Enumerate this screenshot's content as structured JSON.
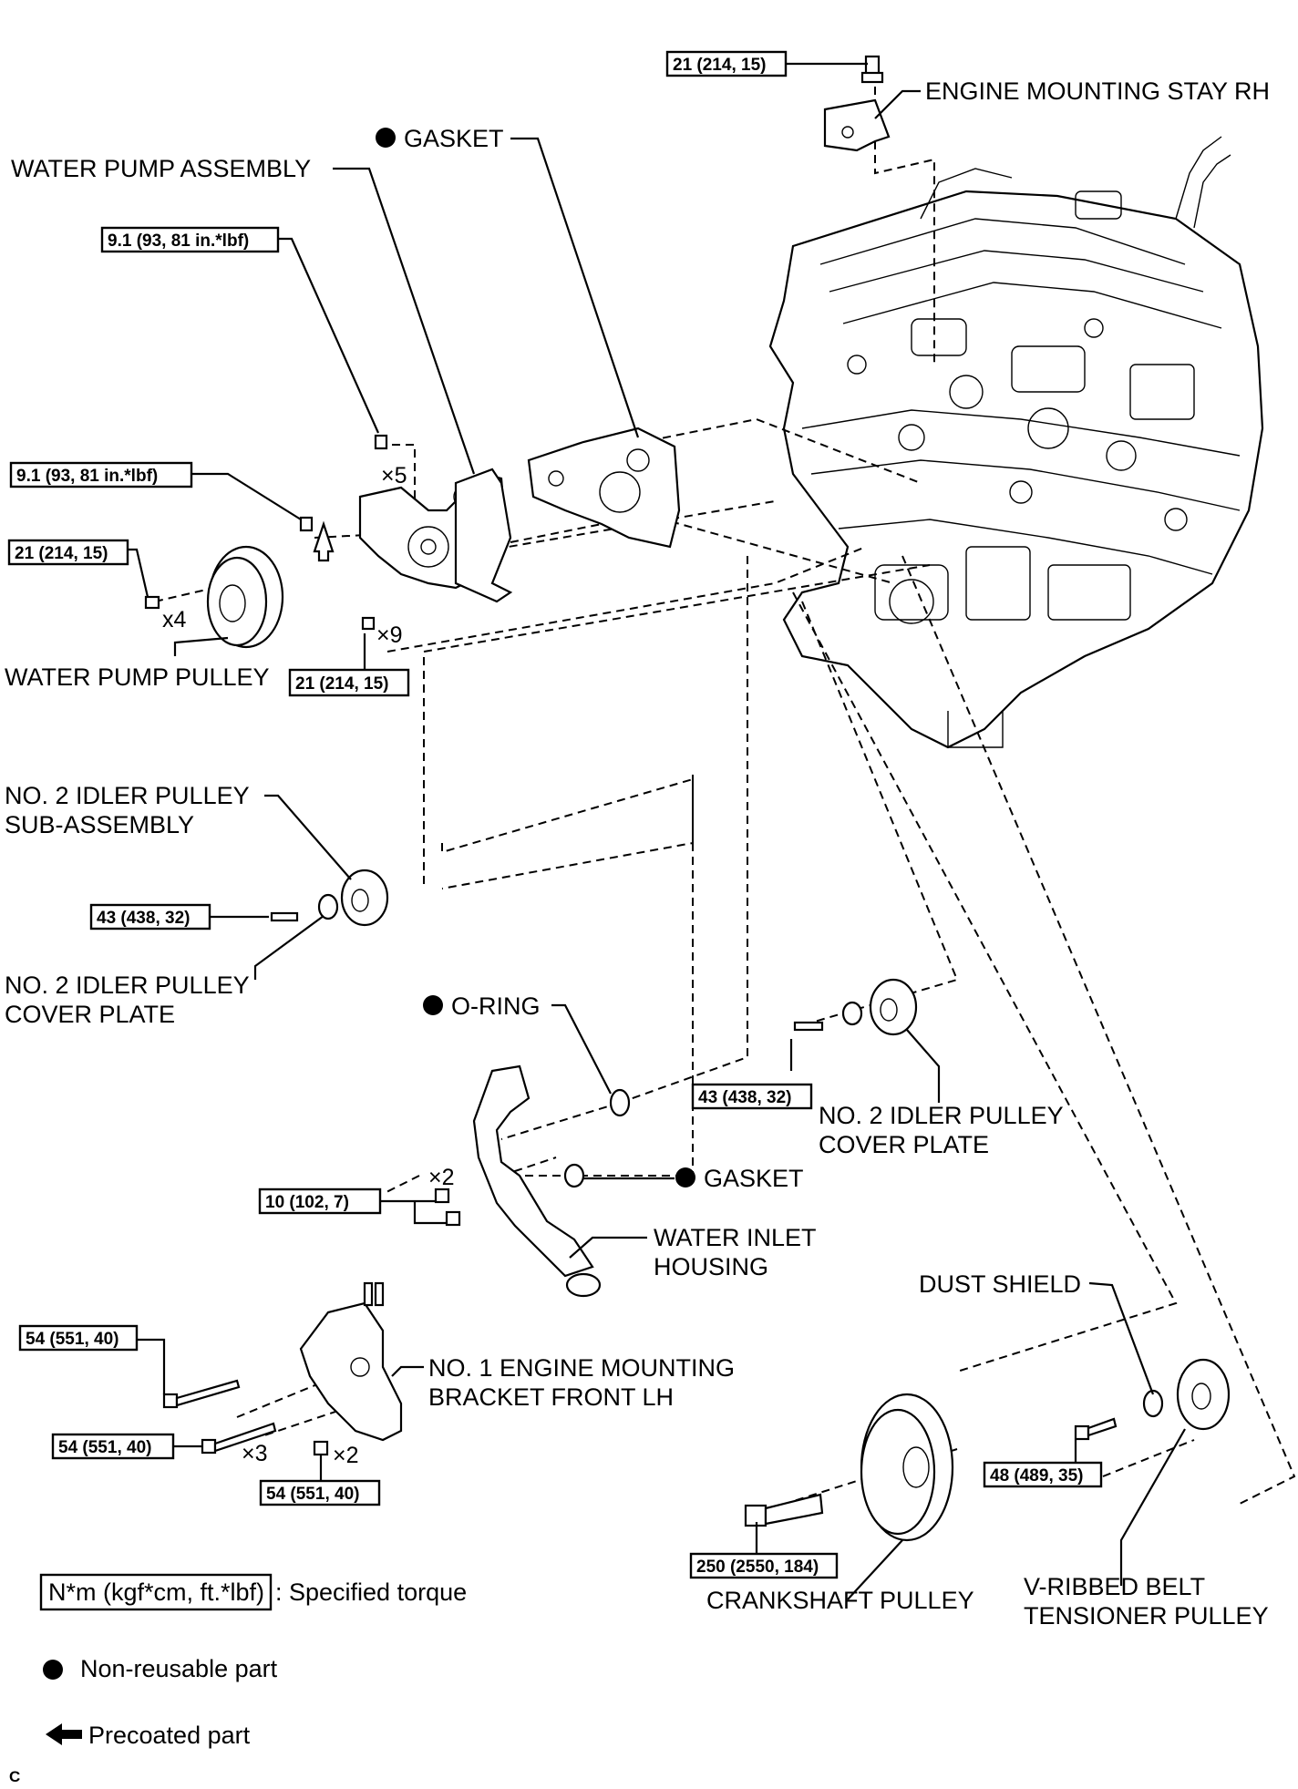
{
  "torque_specs": {
    "mount_stay_rh": "21 (214, 15)",
    "pump_upper_bolts": "9.1 (93, 81 in.*lbf)",
    "pump_stud": "9.1 (93, 81 in.*lbf)",
    "pulley_bolts": "21 (214, 15)",
    "housing_bolts": "21 (214, 15)",
    "idler_left": "43 (438, 32)",
    "idler_right": "43 (438, 32)",
    "inlet_housing": "10 (102, 7)",
    "bracket_a": "54 (551, 40)",
    "bracket_b": "54 (551, 40)",
    "bracket_c": "54 (551, 40)",
    "crankshaft": "250 (2550, 184)",
    "tensioner": "48 (489, 35)"
  },
  "quantities": {
    "x5": "×5",
    "x4": "x4",
    "x9": "×9",
    "x2_inlet": "×2",
    "x3": "×3",
    "x2_bracket": "×2"
  },
  "labels": {
    "engine_mounting_stay": "ENGINE MOUNTING STAY RH",
    "gasket_top": "GASKET",
    "water_pump_assembly": "WATER PUMP ASSEMBLY",
    "water_pump_pulley": "WATER PUMP PULLEY",
    "idler_sub_assembly_1": "NO. 2 IDLER PULLEY",
    "idler_sub_assembly_2": "SUB-ASSEMBLY",
    "cover_plate_left_1": "NO. 2 IDLER PULLEY",
    "cover_plate_left_2": "COVER PLATE",
    "o_ring": "O-RING",
    "cover_plate_right_1": "NO. 2 IDLER PULLEY",
    "cover_plate_right_2": "COVER PLATE",
    "gasket_inlet": "GASKET",
    "water_inlet_1": "WATER INLET",
    "water_inlet_2": "HOUSING",
    "dust_shield": "DUST SHIELD",
    "bracket_1": "NO. 1 ENGINE MOUNTING",
    "bracket_2": "BRACKET FRONT LH",
    "crankshaft_pulley": "CRANKSHAFT PULLEY",
    "tensioner_1": "V-RIBBED BELT",
    "tensioner_2": "TENSIONER PULLEY"
  },
  "legend": {
    "torque_box": "N*m (kgf*cm, ft.*lbf)",
    "torque_text": ": Specified torque",
    "non_reusable": "Non-reusable part",
    "precoated": "Precoated part"
  },
  "corner_mark": "C"
}
